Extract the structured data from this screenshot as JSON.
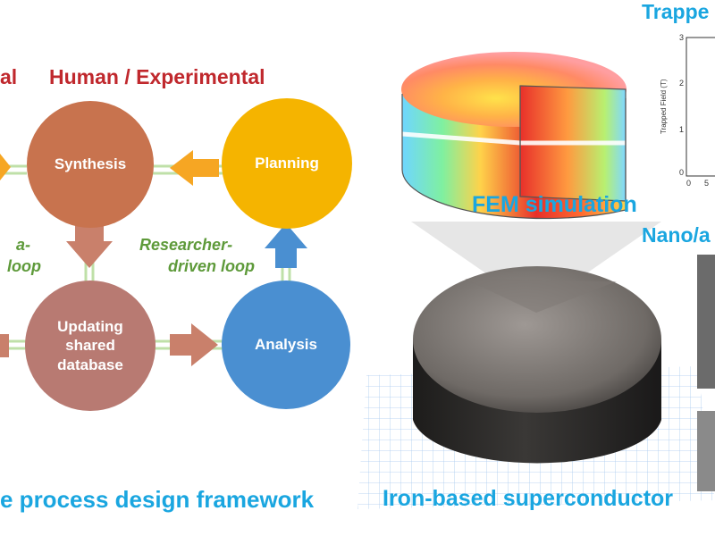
{
  "left": {
    "header_partial": "al",
    "header": "Human / Experimental",
    "nodes": {
      "synthesis": "Synthesis",
      "planning": "Planning",
      "database": [
        "Updating",
        "shared",
        "database"
      ],
      "analysis": "Analysis"
    },
    "loop_left": [
      "a-",
      "loop"
    ],
    "loop_right": [
      "Researcher-",
      "driven loop"
    ],
    "caption": "e process design framework",
    "colors": {
      "synthesis": "#c8734e",
      "planning": "#f5b400",
      "database": "#b87a72",
      "analysis": "#4a8fd1",
      "arrow_orange": "#f6a623",
      "arrow_brown": "#c9806b",
      "arrow_blue": "#4a8fd1",
      "connector": "#bfe0a8"
    }
  },
  "right": {
    "fem_caption": "FEM simulation",
    "sample_caption": "Iron-based superconductor",
    "trapped_partial": "Trappe",
    "nano_partial": "Nano/a",
    "plot": {
      "ylabel": "Trapped Field (T)",
      "yticks": [
        "3",
        "2",
        "1",
        "0"
      ],
      "xticks": [
        "0",
        "5"
      ]
    }
  }
}
